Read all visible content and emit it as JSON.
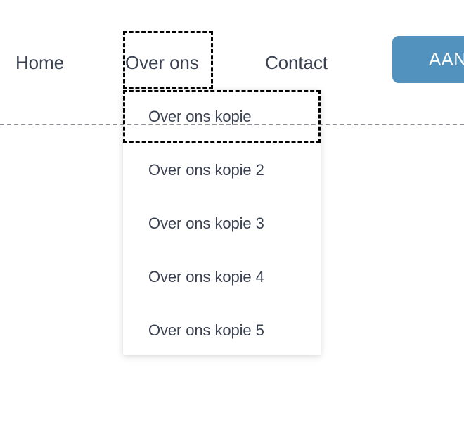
{
  "page": {
    "background_color": "#ffffff",
    "text_color": "#3a4150"
  },
  "navbar": {
    "items": [
      {
        "label": "Home",
        "name": "nav-link-home"
      },
      {
        "label": "Over ons",
        "name": "nav-link-over-ons"
      },
      {
        "label": "Contact",
        "name": "nav-link-contact"
      }
    ],
    "cta": {
      "label": "AAN",
      "full_label_visible": "AAN",
      "background_color": "#5292bf",
      "text_color": "#ffffff",
      "clipped": true
    }
  },
  "dropdown": {
    "parent": "Over ons",
    "background_color": "#ffffff",
    "items": [
      {
        "label": "Over ons kopie"
      },
      {
        "label": "Over ons kopie 2"
      },
      {
        "label": "Over ons kopie 3"
      },
      {
        "label": "Over ons kopie 4"
      },
      {
        "label": "Over ons kopie 5"
      }
    ]
  },
  "overlays": {
    "guide_line": {
      "style": "dashed",
      "color": "#8d8f93"
    },
    "selection_boxes": [
      {
        "target": "Over ons",
        "style": "dashed",
        "color": "#000000"
      },
      {
        "target": "Over ons kopie",
        "style": "dashed",
        "color": "#000000"
      }
    ]
  }
}
